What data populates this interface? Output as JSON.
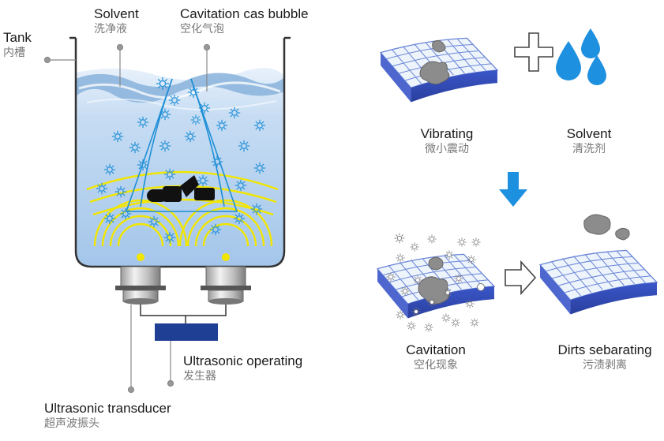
{
  "left_diagram": {
    "tank": {
      "en": "Tank",
      "zh": "内槽"
    },
    "solvent": {
      "en": "Solvent",
      "zh": "洗净液"
    },
    "bubble": {
      "en": "Cavitation cas bubble",
      "zh": "空化气泡"
    },
    "generator": {
      "en": "Ultrasonic operating",
      "zh": "发生器"
    },
    "transducer": {
      "en": "Ultrasonic transducer",
      "zh": "超声波振头"
    }
  },
  "right_diagram": {
    "vibrating": {
      "en": "Vibrating",
      "zh": "微小震动"
    },
    "solvent": {
      "en": "Solvent",
      "zh": "清洗剂"
    },
    "cavitation": {
      "en": "Cavitation",
      "zh": "空化现象"
    },
    "dirts": {
      "en": "Dirts sebarating",
      "zh": "污渍剥离"
    }
  },
  "colors": {
    "water_top": "#c9dff4",
    "water_bottom": "#9fc3e8",
    "bubble_stroke": "#1f8fd6",
    "sound_wave": "#f2e600",
    "generator_box": "#1f3f94",
    "arrow_blue": "#1e90e0",
    "grid_face": "#e9f0fb",
    "grid_edge": "#3a56c8"
  }
}
